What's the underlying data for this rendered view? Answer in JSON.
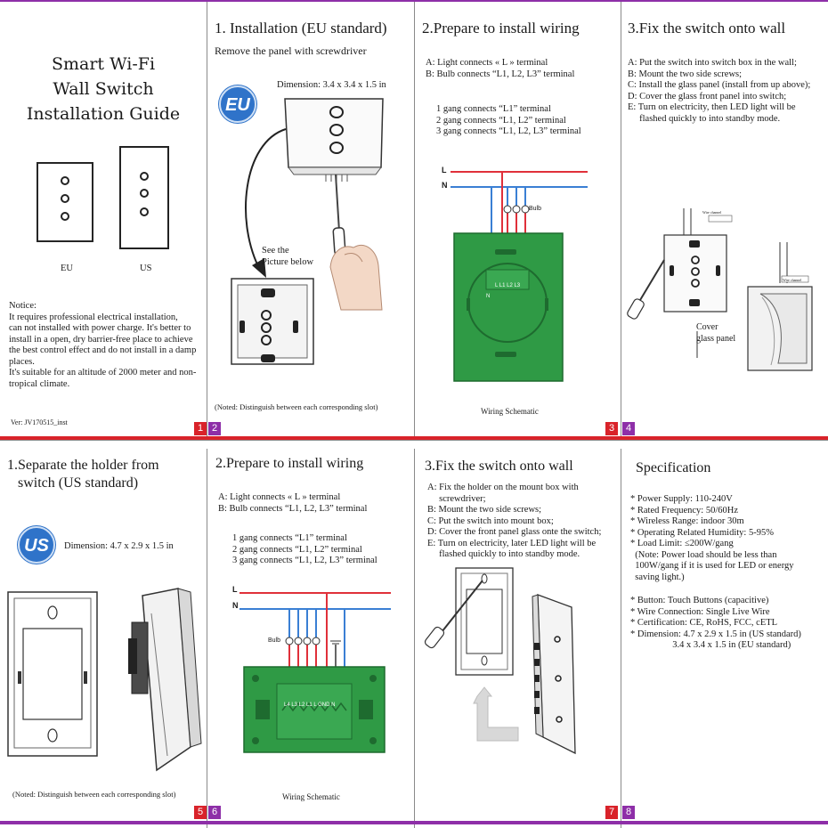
{
  "colors": {
    "accent_red": "#d9232a",
    "accent_purple": "#8e2fa8",
    "pcb_green": "#2f9a45",
    "wire_red": "#e0303a",
    "wire_blue": "#3a7fd4",
    "badge_blue": "#2f73c9"
  },
  "p1": {
    "title_lines": [
      "Smart Wi-Fi",
      "Wall Switch",
      "Installation Guide"
    ],
    "eu_label": "EU",
    "us_label": "US",
    "notice_lines": [
      "Notice:",
      "It requires professional electrical installation,",
      "can not installed with power charge. It's better to",
      "install in a open, dry barrier-free place to achieve",
      "the best control effect and do not install in a damp",
      "places.",
      "It's suitable for an altitude of 2000 meter and non-",
      "tropical climate."
    ],
    "version": "Ver: JV170515_inst",
    "page_number": "1"
  },
  "p2": {
    "title": "1. Installation (EU standard)",
    "subtitle": "Remove the panel with screwdriver",
    "badge": "EU",
    "dimension": "Dimension: 3.4 x 3.4 x 1.5 in",
    "see_lines": [
      "See the",
      "Picture below"
    ],
    "note": "(Noted: Distinguish between each corresponding slot)",
    "page_number": "2"
  },
  "p3": {
    "title": "2.Prepare to install wiring",
    "lines_a": [
      "A: Light connects « L » terminal",
      "B: Bulb connects “L1, L2, L3” terminal"
    ],
    "lines_b": [
      "1 gang connects “L1” terminal",
      "2 gang connects “L1, L2” terminal",
      "3 gang connects “L1, L2, L3” terminal"
    ],
    "wire_l": "L",
    "wire_n": "N",
    "bulb": "Bulb",
    "terminals": "L  L1  L2  L3",
    "n_label": "N",
    "caption": "Wiring Schematic",
    "page_number": "3"
  },
  "p4": {
    "title": "3.Fix the switch onto wall",
    "lines": [
      "A: Put the switch into switch box in the wall;",
      "B: Mount the two side screws;",
      "C: Install the glass panel (install from up above);",
      "D: Cover the glass front panel into switch;",
      "E: Turn on electricity, then LED light will be",
      "     flashed quickly to into standby mode."
    ],
    "cover_lines": [
      "Cover",
      "glass panel"
    ],
    "wire_tag_1": "Wire channel",
    "wire_tag_2": "Wire channel",
    "page_number": "4"
  },
  "p5": {
    "title_lines": [
      "1.Separate the holder from",
      "switch (US standard)"
    ],
    "badge": "US",
    "dimension": "Dimension: 4.7 x 2.9 x 1.5 in",
    "note": "(Noted: Distinguish between each corresponding slot)",
    "page_number": "5"
  },
  "p6": {
    "title": "2.Prepare to install wiring",
    "lines_a": [
      "A: Light connects « L » terminal",
      "B: Bulb connects “L1, L2, L3” terminal"
    ],
    "lines_b": [
      "1 gang connects “L1” terminal",
      "2 gang connects “L1, L2” terminal",
      "3 gang connects “L1, L2, L3” terminal"
    ],
    "wire_l": "L",
    "wire_n": "N",
    "bulb": "Bulb",
    "terminals": "L4 L3 L2 L1  L  GND  N",
    "caption": "Wiring Schematic",
    "page_number": "6"
  },
  "p7": {
    "title": "3.Fix the switch onto wall",
    "lines": [
      "A: Fix the holder on the mount box with",
      "     screwdriver;",
      "B: Mount the two side screws;",
      "C: Put the switch into mount box;",
      "D: Cover the front panel glass onte the switch;",
      "E: Turn on electricity, later LED light will be",
      "     flashed quickly to into standby mode."
    ],
    "page_number": "7"
  },
  "p8": {
    "title": "Specification",
    "specs_a": [
      "* Power Supply: 110-240V",
      "* Rated Frequency: 50/60Hz",
      "* Wireless Range: indoor 30m",
      "* Operating Related Humidity: 5-95%",
      "* Load Limit: ≤200W/gang",
      "  (Note: Power load should be less than",
      "  100W/gang if it is used for LED or energy",
      "  saving light.)"
    ],
    "specs_b": [
      "* Button: Touch Buttons (capacitive)",
      "* Wire Connection: Single Live Wire",
      "* Certification: CE, RoHS, FCC, cETL",
      "* Dimension: 4.7 x 2.9 x 1.5 in (US standard)",
      "                  3.4 x 3.4 x 1.5 in (EU standard)"
    ],
    "page_number": "8"
  }
}
